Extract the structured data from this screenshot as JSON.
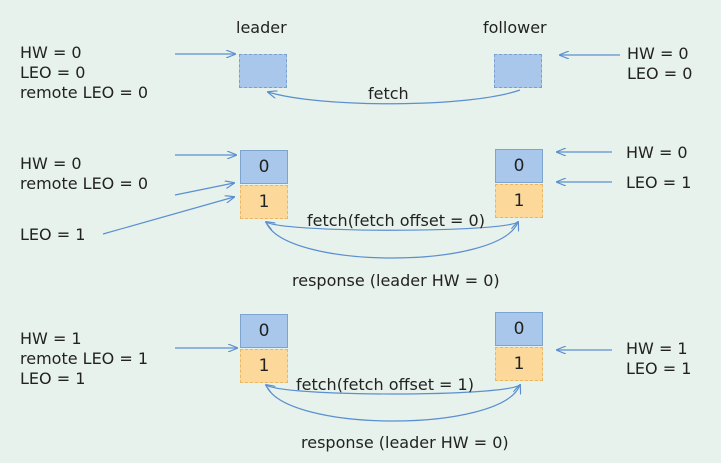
{
  "headers": {
    "leader": "leader",
    "follower": "follower"
  },
  "stage1": {
    "leader_state": [
      "HW = 0",
      "LEO = 0",
      "remote LEO = 0"
    ],
    "follower_state": [
      "HW = 0",
      "LEO = 0"
    ],
    "fetch_label": "fetch"
  },
  "stage2": {
    "leader_state": [
      "HW = 0",
      "remote LEO = 0"
    ],
    "leader_leo": "LEO = 1",
    "follower_hw": "HW = 0",
    "follower_leo": "LEO = 1",
    "leader_log": [
      "0",
      "1"
    ],
    "follower_log": [
      "0",
      "1"
    ],
    "fetch_label": "fetch(fetch offset = 0)",
    "response_label": "response (leader HW = 0)"
  },
  "stage3": {
    "leader_state": [
      "HW = 1",
      "remote LEO = 1",
      "LEO = 1"
    ],
    "follower_state": [
      "HW = 1",
      "LEO = 1"
    ],
    "leader_log": [
      "0",
      "1"
    ],
    "follower_log": [
      "0",
      "1"
    ],
    "fetch_label": "fetch(fetch offset = 1)",
    "response_label": "response (leader HW = 0)"
  },
  "colors": {
    "background": "#e7f2ec",
    "arrow": "#5b8fd0",
    "log_blue": "#a8c7ea",
    "log_orange": "#fcd99b"
  }
}
